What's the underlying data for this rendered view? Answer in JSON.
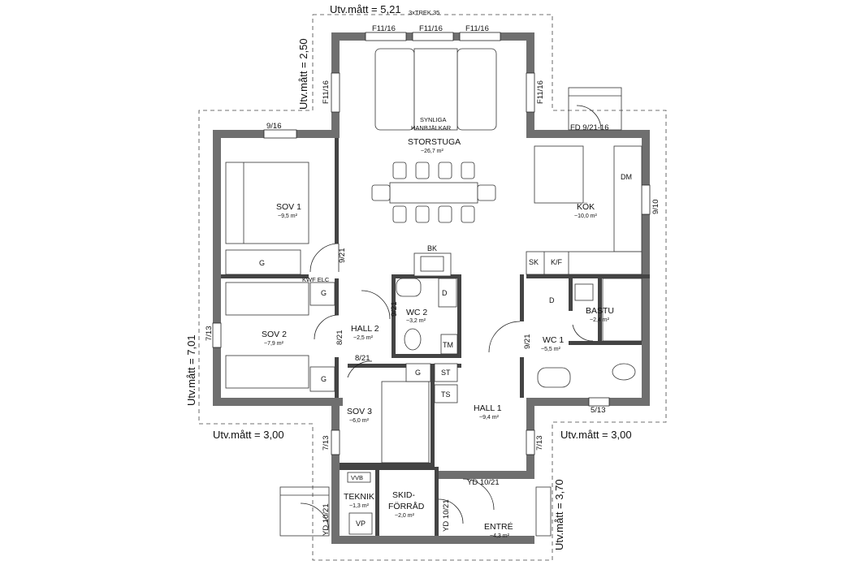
{
  "outer_dims": {
    "top": "Utv.mått = 5,21",
    "top_note": "3xTREK.35",
    "left_top": "Utv.mått = 2,50",
    "left_main": "Utv.mått = 7,01",
    "left_bottom": "Utv.mått = 3,00",
    "right_bottom": "Utv.mått = 3,00",
    "right_entry": "Utv.mått = 3,70"
  },
  "windows": {
    "top_1": "F11/16",
    "top_2": "F11/16",
    "top_3": "F11/16",
    "left_living": "F11/16",
    "right_living": "F11/16",
    "sov1_top": "9/16",
    "kok_right": "9/10",
    "sov2_left": "7/13",
    "sov3_left": "7/13",
    "hall1_right": "7/13",
    "wc1_bottom": "5/13"
  },
  "doors": {
    "kok_entry": "FD 9/21-16",
    "sov1": "9/21",
    "wc2": "9/21",
    "hall2": "8/21",
    "sov3": "8/21",
    "wc1": "9/21",
    "entre": "YD 10/21",
    "skid": "YD 10/21",
    "teknik": "YD 10/21"
  },
  "rooms": {
    "storstuga": {
      "name": "STORSTUGA",
      "area": "~26,7 m²",
      "note_1": "SYNLIGA",
      "note_2": "HANBJÄLKAR"
    },
    "sov1": {
      "name": "SOV 1",
      "area": "~9,5 m²"
    },
    "sov2": {
      "name": "SOV 2",
      "area": "~7,9 m²"
    },
    "sov3": {
      "name": "SOV 3",
      "area": "~6,0 m²"
    },
    "kok": {
      "name": "KÖK",
      "area": "~10,0 m²"
    },
    "wc2": {
      "name": "WC 2",
      "area": "~3,2 m²"
    },
    "hall2": {
      "name": "HALL 2",
      "area": "~2,5 m²"
    },
    "hall1": {
      "name": "HALL 1",
      "area": "~9,4 m²"
    },
    "bastu": {
      "name": "BASTU",
      "area": "~2,4 m²"
    },
    "wc1": {
      "name": "WC 1",
      "area": "~5,5 m²"
    },
    "teknik": {
      "name": "TEKNIK",
      "area": "~1,3 m²"
    },
    "skid": {
      "name_1": "SKID-",
      "name_2": "FÖRRÅD",
      "area": "~2,0 m²"
    },
    "entre": {
      "name": "ENTRÉ",
      "area": "~4,3 m²"
    }
  },
  "fixtures": {
    "bk": "BK",
    "dm": "DM",
    "sk": "SK",
    "kf": "K/F",
    "g_sov1": "G",
    "g_sov2a": "G",
    "g_sov2b": "G",
    "g_sov3": "G",
    "d_wc2": "D",
    "tm": "TM",
    "st": "ST",
    "ts": "TS",
    "d_wc1": "D",
    "vp": "VP",
    "vvb": "VVB",
    "kwf_elc": "KWF ELC"
  }
}
